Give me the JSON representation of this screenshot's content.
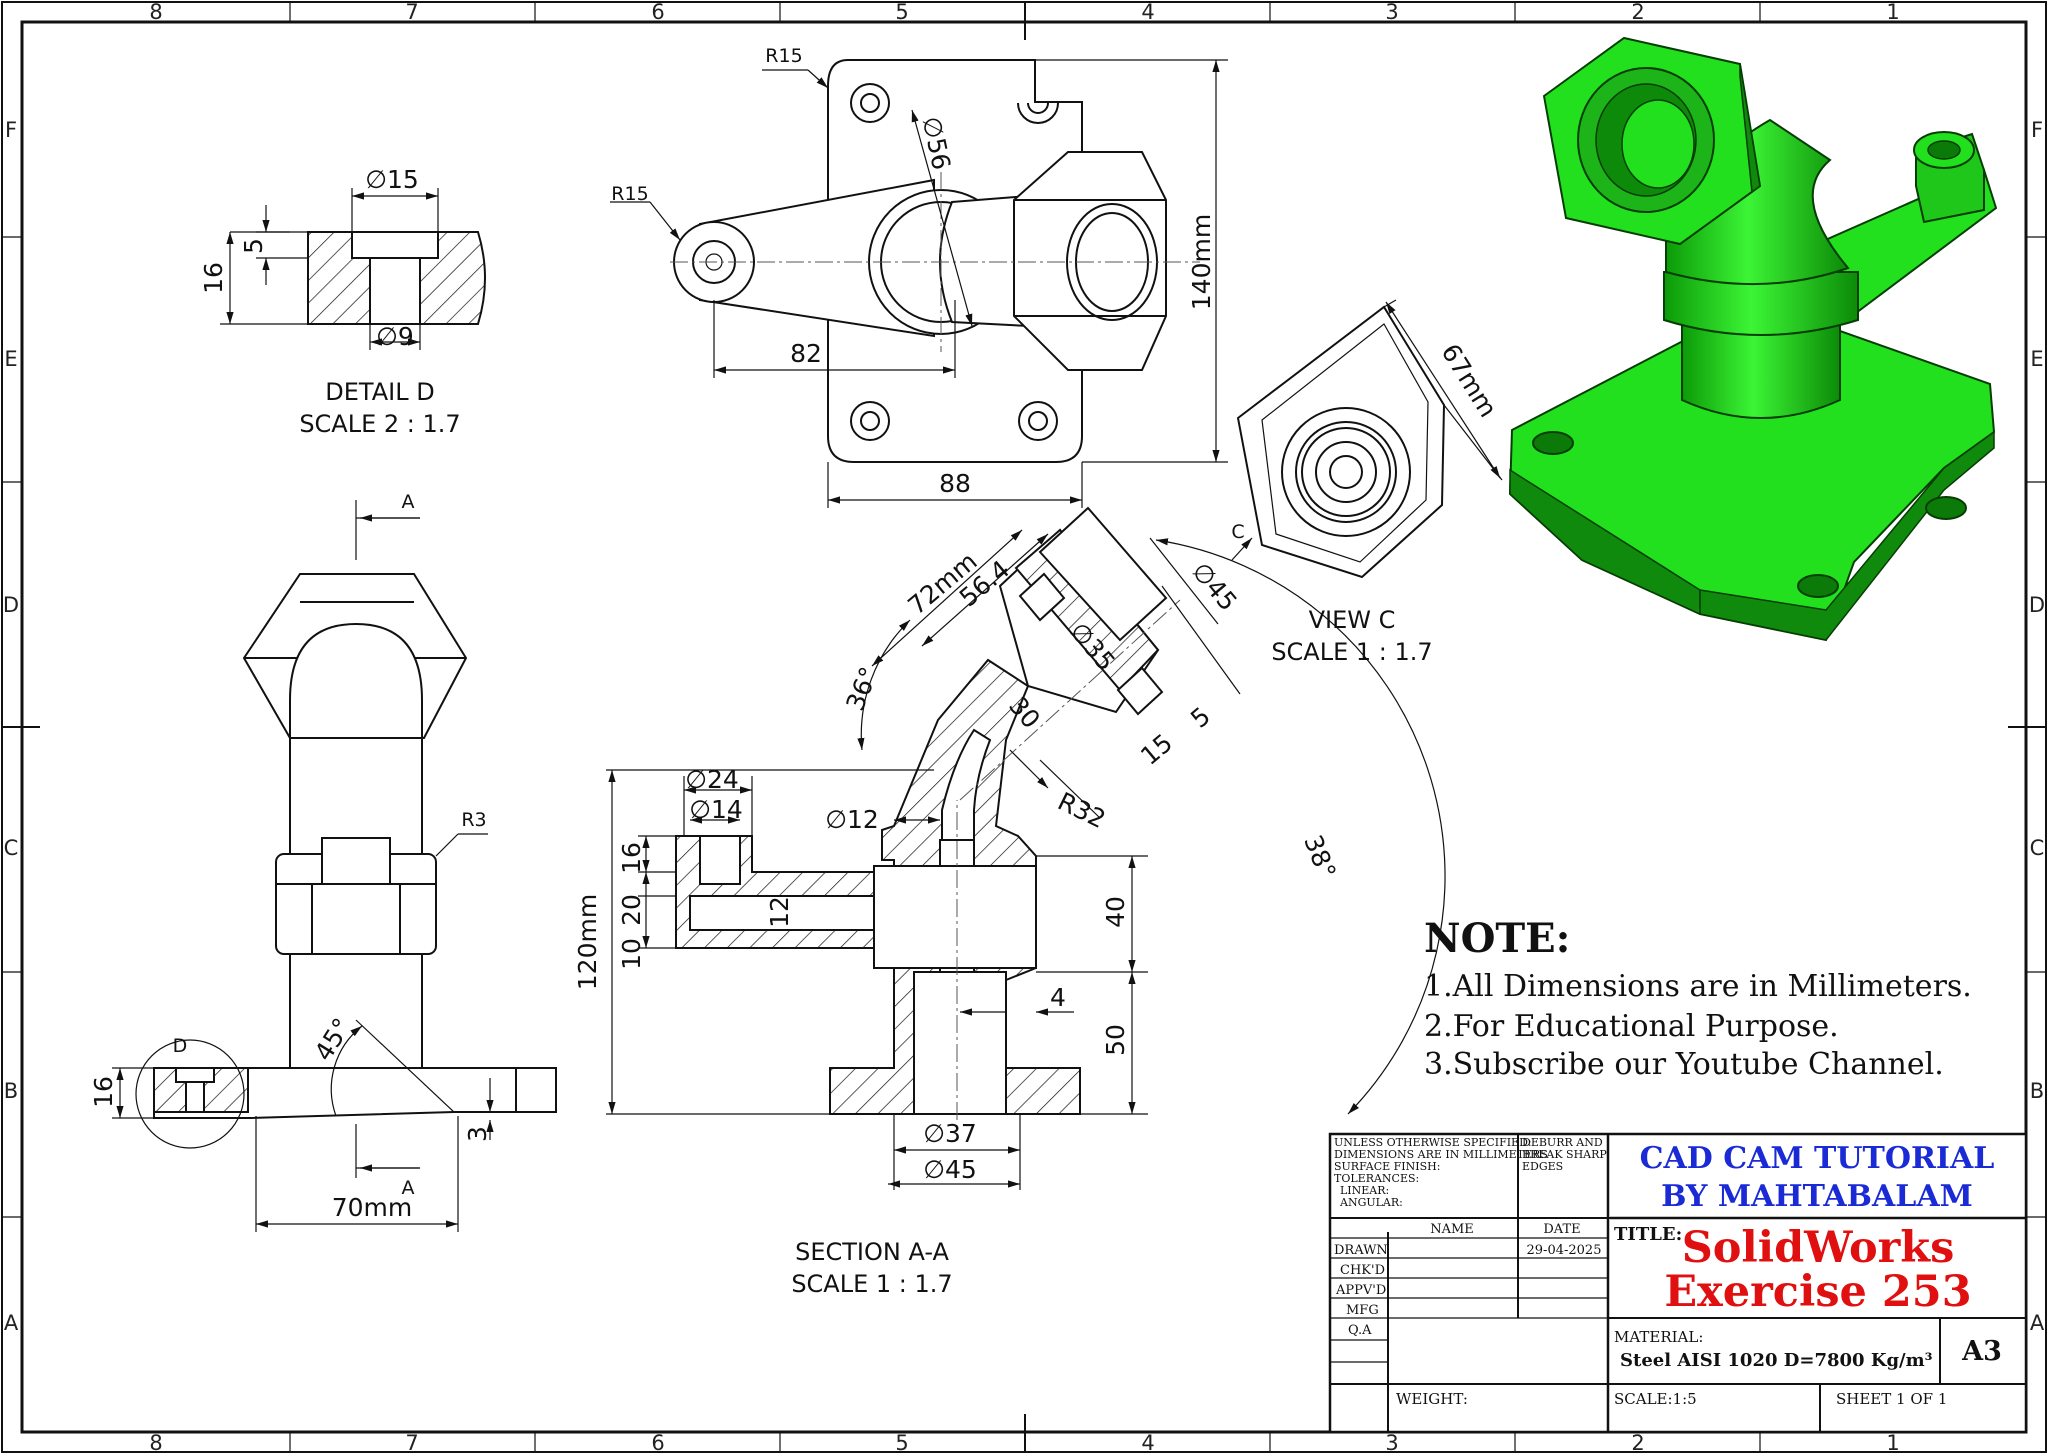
{
  "border": {
    "columns_top": [
      "8",
      "7",
      "6",
      "5",
      "4",
      "3",
      "2",
      "1"
    ],
    "rows_side": [
      "F",
      "E",
      "D",
      "C",
      "B",
      "A"
    ]
  },
  "detail_d": {
    "title": "DETAIL D",
    "scale": "SCALE 2 : 1.7",
    "dims": {
      "dia_top": "∅15",
      "dia_bottom": "∅9",
      "depth": "5",
      "height": "16"
    }
  },
  "top_view": {
    "dims": {
      "r15_top": "R15",
      "r15_left": "R15",
      "dia56": "∅56",
      "len82": "82",
      "width88": "88",
      "height140": "140mm"
    }
  },
  "view_c": {
    "title": "VIEW C",
    "scale": "SCALE 1 : 1.7",
    "dims": {
      "hex": "67mm",
      "label": "C"
    }
  },
  "side_view": {
    "labels": {
      "section_top": "A",
      "section_bottom": "A",
      "detail_circle": "D",
      "r3": "R3",
      "angle45": "45°",
      "h16": "16",
      "w70": "70mm",
      "d3": "3"
    }
  },
  "section_aa": {
    "title": "SECTION A-A",
    "scale": "SCALE 1 : 1.7",
    "dims": {
      "d24": "∅24",
      "d14": "∅14",
      "d12": "∅12",
      "d45": "∅45",
      "d35": "∅35",
      "d37": "∅37",
      "d45b": "∅45",
      "l72": "72mm",
      "l56": "56.4",
      "a36": "36°",
      "a38": "38°",
      "r32": "R32",
      "v30": "30",
      "v5": "5",
      "v15": "15",
      "v16": "16",
      "v20": "20",
      "v10": "10",
      "v12": "12",
      "h120": "120mm",
      "v40": "40",
      "v50": "50",
      "t4": "4"
    }
  },
  "note": {
    "heading": "NOTE:",
    "lines": [
      "1.All Dimensions are in Millimeters.",
      "2.For Educational Purpose.",
      "3.Subscribe our Youtube Channel."
    ]
  },
  "title_block": {
    "spec_lines": [
      "UNLESS OTHERWISE SPECIFIED:",
      "DIMENSIONS ARE IN MILLIMETERS",
      "SURFACE FINISH:",
      "TOLERANCES:",
      "  LINEAR:",
      "  ANGULAR:"
    ],
    "deburr_lines": [
      "DEBURR AND",
      "BREAK SHARP",
      "EDGES"
    ],
    "company_line1": "CAD CAM TUTORIAL",
    "company_line2": "BY MAHTABALAM",
    "col_name": "NAME",
    "col_date": "DATE",
    "rows": [
      "DRAWN",
      "CHK'D",
      "APPV'D",
      "MFG",
      "Q.A"
    ],
    "drawn_date": "29-04-2025",
    "title_label": "TITLE:",
    "title_line1": "SolidWorks",
    "title_line2": "Exercise 253",
    "material_label": "MATERIAL:",
    "material": "Steel AISI 1020 D=7800 Kg/m³",
    "size": "A3",
    "weight": "WEIGHT:",
    "scale": "SCALE:1:5",
    "sheet": "SHEET 1 OF 1"
  },
  "colors": {
    "model": "#22e01e",
    "model_dark": "#0f8a0c",
    "company": "#1a2bd6",
    "title": "#e01010"
  }
}
